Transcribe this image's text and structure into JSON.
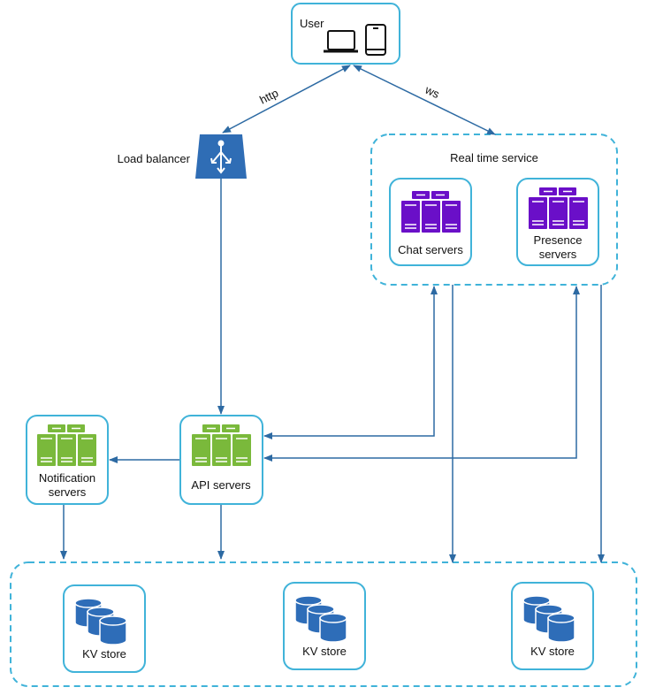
{
  "user": {
    "label": "User",
    "icons": [
      "laptop-icon",
      "tablet-icon"
    ]
  },
  "edges": {
    "http": "http",
    "ws": "ws"
  },
  "load_balancer": {
    "label": "Load balancer"
  },
  "realtime": {
    "title": "Real time service",
    "chat": "Chat servers",
    "presence_1": "Presence",
    "presence_2": "servers"
  },
  "api": {
    "label": "API servers"
  },
  "notification": {
    "label_1": "Notification",
    "label_2": "servers"
  },
  "kv": {
    "stores": [
      "KV store",
      "KV store",
      "KV store"
    ]
  },
  "colors": {
    "border": "#40b3d9",
    "arrow": "#2d6aa3",
    "purple": "#6a0fc8",
    "green": "#7ab93b",
    "blue": "#2e6db8"
  }
}
